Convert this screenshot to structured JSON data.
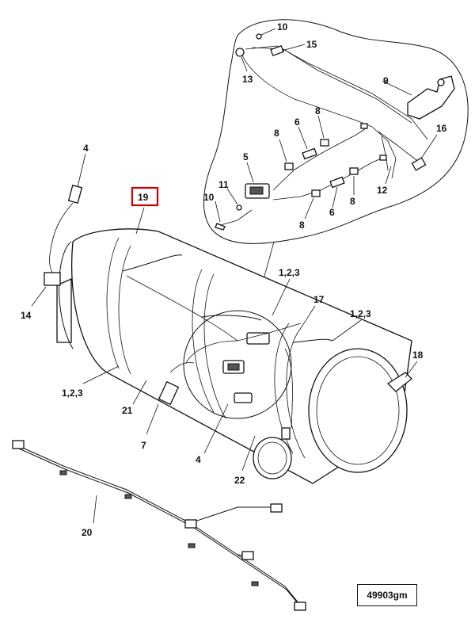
{
  "diagram": {
    "reference_code": "49903gm",
    "highlight_color": "#cc0000",
    "callouts": {
      "c1": "10",
      "c2": "15",
      "c3": "13",
      "c4": "9",
      "c5": "8",
      "c6": "6",
      "c7": "8",
      "c8": "16",
      "c9": "5",
      "c10": "11",
      "c11": "10",
      "c12": "12",
      "c13": "8",
      "c14": "6",
      "c15": "8",
      "c16": "4",
      "c17": "19",
      "c18": "14",
      "c19": "1,2,3",
      "c20": "17",
      "c21": "1,2,3",
      "c22": "18",
      "c23": "1,2,3",
      "c24": "21",
      "c25": "7",
      "c26": "4",
      "c27": "22",
      "c28": "20"
    }
  }
}
